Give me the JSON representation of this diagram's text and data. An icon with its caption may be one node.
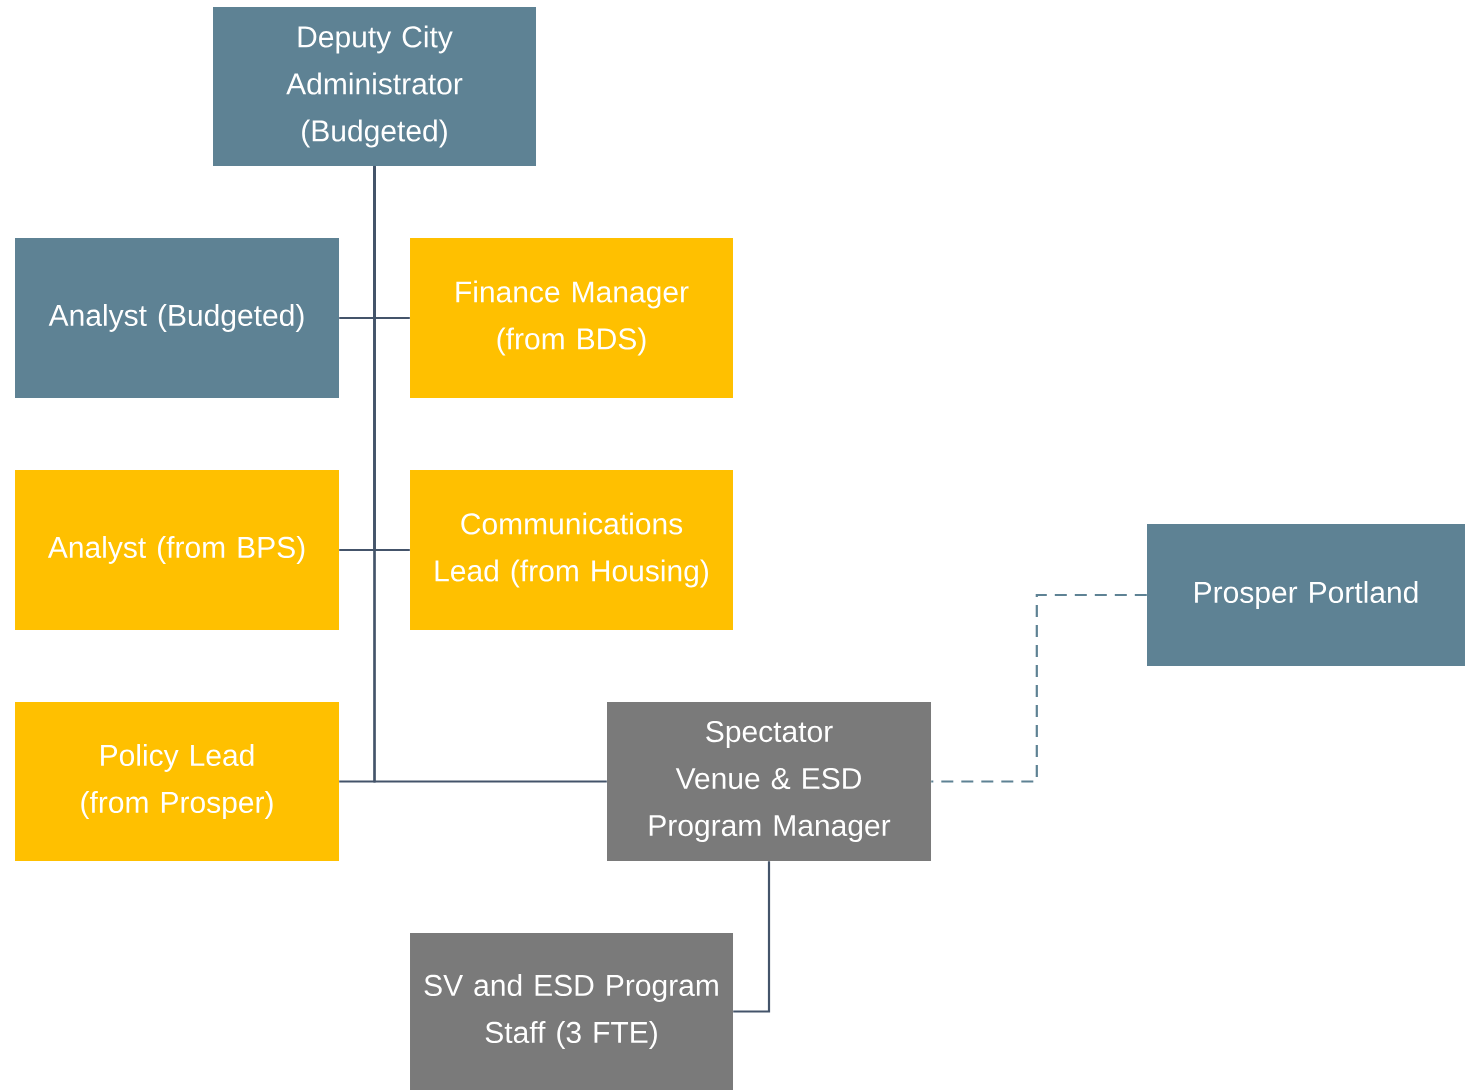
{
  "diagram": {
    "nodes": [
      {
        "text": [
          "Deputy City Administrator (Budgeted)"
        ]
      },
      {
        "text": [
          "Analyst (Budgeted)"
        ]
      },
      {
        "text": [
          "Finance Manager (from BDS)"
        ]
      },
      {
        "text": [
          "Analyst (from BPS)"
        ]
      },
      {
        "text": [
          "Communications Lead (from Housing)"
        ]
      },
      {
        "text": [
          "Prosper Portland"
        ]
      },
      {
        "text": [
          "Policy Lead (from Prosper)"
        ]
      },
      {
        "text": [
          "Spectator Venue & ESD Program Manager"
        ]
      },
      {
        "text": [
          "SV and ESD Program Staff (3 FTE)"
        ]
      }
    ],
    "edges": [
      {
        "from": 0,
        "to": 1,
        "arrow": "none"
      },
      {
        "from": 0,
        "to": 2,
        "arrow": "none"
      },
      {
        "from": 0,
        "to": 3,
        "arrow": "none"
      },
      {
        "from": 0,
        "to": 4,
        "arrow": "none"
      },
      {
        "from": 0,
        "to": 6,
        "arrow": "none"
      },
      {
        "from": 0,
        "to": 7,
        "arrow": "none"
      },
      {
        "from": 5,
        "to": 7,
        "arrow": "none",
        "style": "dashed",
        "color": "#5e8294"
      },
      {
        "from": 7,
        "to": 8,
        "arrow": "none"
      }
    ]
  }
}
